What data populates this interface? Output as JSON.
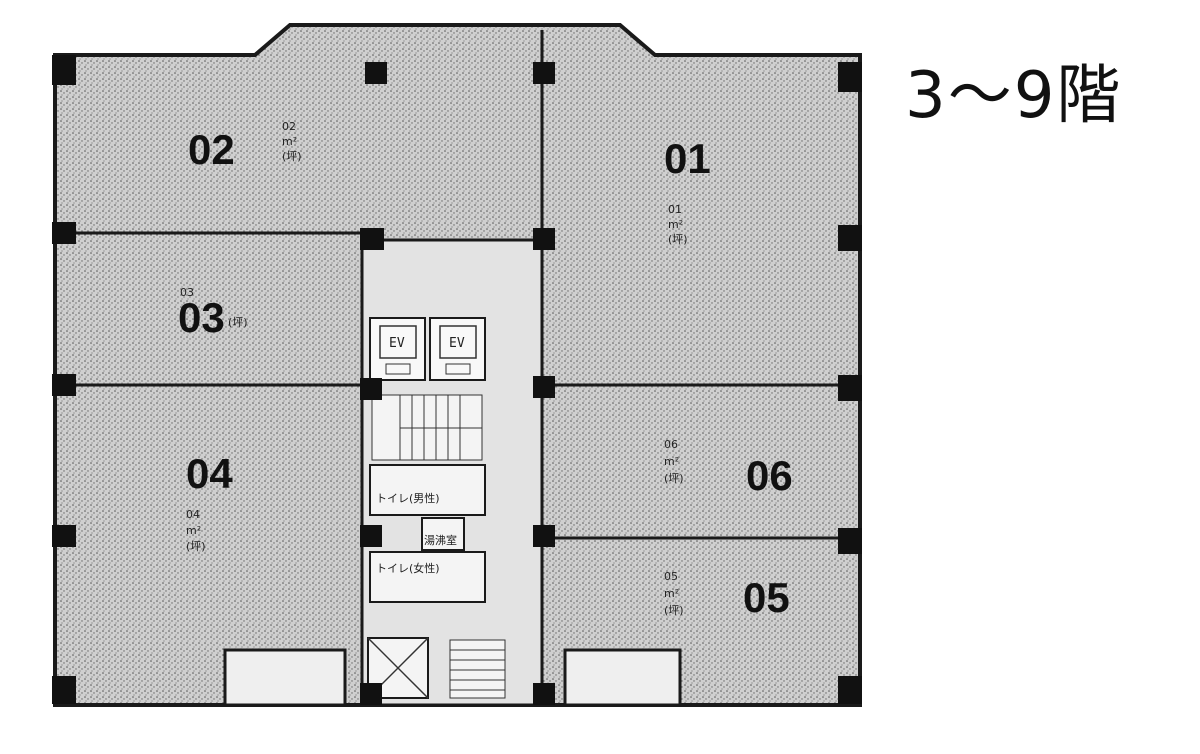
{
  "floor": {
    "label": "3〜9階"
  },
  "units": [
    {
      "id": "02",
      "label": "02",
      "small_lines": [
        "02",
        "m²",
        "(坪)"
      ]
    },
    {
      "id": "01",
      "label": "01",
      "small_lines": [
        "01",
        "m²",
        "(坪)"
      ]
    },
    {
      "id": "03",
      "label": "03",
      "small_lines": [
        "03",
        "(坪)"
      ]
    },
    {
      "id": "04",
      "label": "04",
      "small_lines": [
        "04",
        "m²",
        "(坪)"
      ]
    },
    {
      "id": "06",
      "label": "06",
      "small_lines": [
        "06",
        "m²",
        "(坪)"
      ]
    },
    {
      "id": "05",
      "label": "05",
      "small_lines": [
        "05",
        "m²",
        "(坪)"
      ]
    }
  ],
  "core": {
    "elevators": [
      "EV",
      "EV"
    ],
    "toilet_men": "トイレ(男性)",
    "toilet_women": "トイレ(女性)",
    "kitchenette": "湯沸室"
  },
  "colors": {
    "fill": "#c8c8c8",
    "wall": "#1a1a1a",
    "column": "#111111"
  }
}
